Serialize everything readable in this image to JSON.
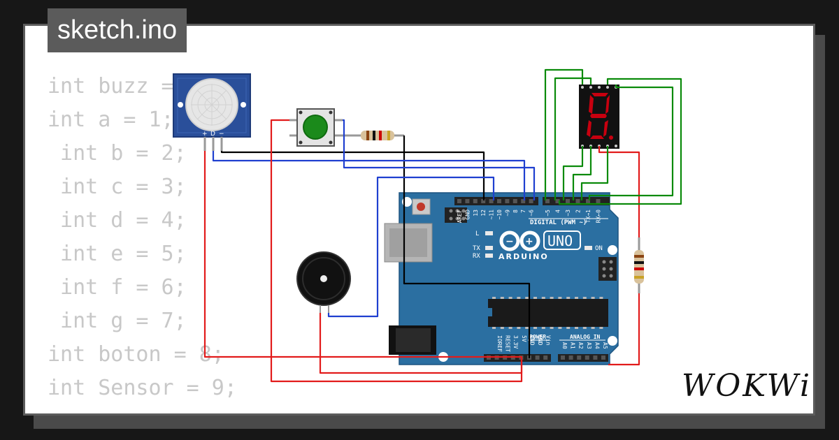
{
  "title": "sketch.ino",
  "code_lines": [
    "int buzz = ",
    "int a = 1;",
    " int b = 2;",
    " int c = 3;",
    " int d = 4;",
    " int e = 5;",
    " int f = 6;",
    " int g = 7;",
    "int boton = 8;",
    "int Sensor = 9;"
  ],
  "arduino": {
    "logo_text": "UNO",
    "brand_text": "ARDUINO",
    "digital_label": "DIGITAL (PWM ~)",
    "on_label": "ON",
    "led_l": "L",
    "led_tx": "TX",
    "led_rx": "RX",
    "analog_label": "ANALOG IN",
    "power_label": "POWER",
    "digital_pins": [
      "AREF",
      "GND",
      "13",
      "12",
      "~11",
      "~10",
      "~9",
      "8",
      "7",
      "~6",
      "~5",
      "4",
      "~3",
      "2",
      "TX→1",
      "RX←0"
    ],
    "power_pins": [
      "IOREF",
      "RESET",
      "3.3V",
      "5V",
      "GND",
      "GND",
      "Vin"
    ],
    "analog_pins": [
      "A0",
      "A1",
      "A2",
      "A3",
      "A4",
      "A5"
    ]
  },
  "pir_pins": [
    "+",
    "D",
    "−"
  ],
  "brand": "WOKWi",
  "colors": {
    "board": "#2b6fa1",
    "wire_red": "#e21b1b",
    "wire_black": "#000000",
    "wire_blue": "#1f3fd0",
    "wire_green": "#0a8a0a"
  }
}
